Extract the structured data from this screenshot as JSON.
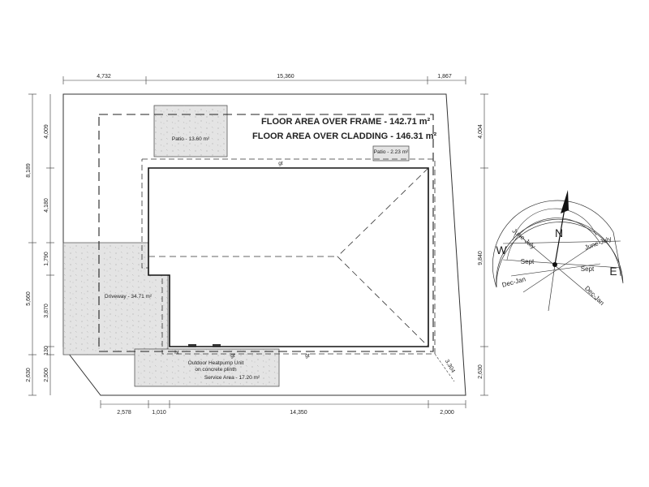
{
  "floor_area_frame": "FLOOR AREA OVER FRAME - 142.71 m²",
  "floor_area_cladding": "FLOOR AREA OVER CLADDING - 146.31 m²",
  "areas": {
    "patio_left": "Patio - 13.60 m²",
    "patio_right": "Patio - 2.23 m²",
    "driveway": "Driveway - 34.71 m²",
    "heatpump_line1": "Outdoor Heatpump Unit",
    "heatpump_line2": "on concrete plinth",
    "service": "Service Area - 17.20 m²"
  },
  "markers": {
    "gt": "gt",
    "ht": "ht"
  },
  "dimensions": {
    "top": [
      "4,732",
      "15,360",
      "1,867"
    ],
    "bottom": [
      "2,578",
      "1,010",
      "14,350",
      "2,000"
    ],
    "left_outer": [
      "8,189",
      "5,660",
      "2,630"
    ],
    "left_inner": [
      "4,009",
      "4,180",
      "1,790",
      "3,870",
      "130",
      "2,500"
    ],
    "right": [
      "4,004",
      "9,840",
      "2,630"
    ],
    "diagonal": "3,304"
  },
  "compass": {
    "north": "N",
    "west": "W",
    "east": "E",
    "june_july_left": "June-July",
    "june_july_right": "June-July",
    "sept_left": "Sept",
    "sept_right": "Sept",
    "dec_jan_left": "Dec-Jan",
    "dec_jan_right": "Dec-Jan"
  }
}
